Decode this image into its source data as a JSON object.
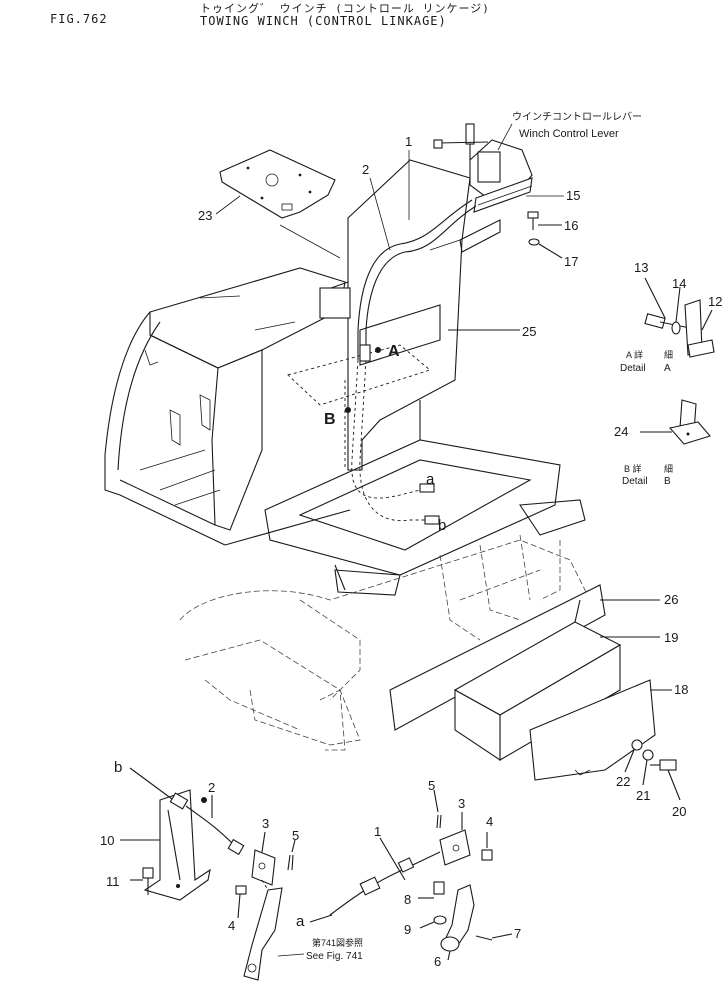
{
  "header": {
    "fig_number": "FIG.762",
    "title_jp": "トゥイング゛ ウインチ (コントロール リンケージ)",
    "title_en": "TOWING WINCH (CONTROL LINKAGE)"
  },
  "callouts": {
    "winch_lever_jp": "ウインチコントロールレバー",
    "winch_lever_en": "Winch Control Lever",
    "detail_a_jp": "A 詳",
    "detail_a_word": "Detail",
    "detail_a_letter": "A",
    "detail_a_mark": "細",
    "detail_b_jp": "B 詳",
    "detail_b_word": "Detail",
    "detail_b_letter": "B",
    "detail_b_mark": "細",
    "see_fig_jp": "第741図参照",
    "see_fig_en": "See Fig. 741",
    "view_a": "A",
    "view_b": "B"
  },
  "parts": {
    "p1_top": "1",
    "p2_top": "2",
    "p23": "23",
    "p15": "15",
    "p16": "16",
    "p17": "17",
    "p25": "25",
    "p13": "13",
    "p14": "14",
    "p12": "12",
    "p24": "24",
    "pa_top": "a",
    "pb_top": "b",
    "p26": "26",
    "p19": "19",
    "p18": "18",
    "p22": "22",
    "p21": "21",
    "p20": "20",
    "pb_low": "b",
    "p2_low": "2",
    "p10": "10",
    "p11": "11",
    "p3_left": "3",
    "p4_left": "4",
    "p5_left": "5",
    "p5_right": "5",
    "p3_right": "3",
    "p4_right": "4",
    "p1_low": "1",
    "p8": "8",
    "p9": "9",
    "p6": "6",
    "p7": "7",
    "pa_low": "a"
  }
}
